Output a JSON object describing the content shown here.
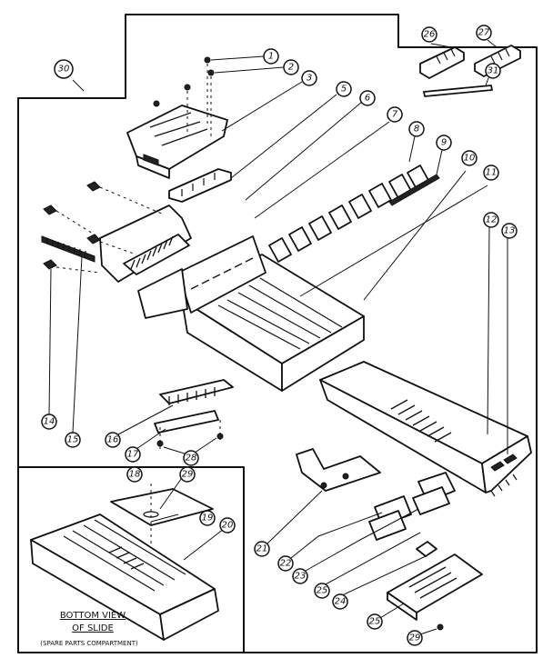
{
  "callouts": [
    {
      "id": "c1",
      "label": "1"
    },
    {
      "id": "c2",
      "label": "2"
    },
    {
      "id": "c3",
      "label": "3"
    },
    {
      "id": "c5",
      "label": "5"
    },
    {
      "id": "c6",
      "label": "6"
    },
    {
      "id": "c7",
      "label": "7"
    },
    {
      "id": "c8",
      "label": "8"
    },
    {
      "id": "c9",
      "label": "9"
    },
    {
      "id": "c10",
      "label": "10"
    },
    {
      "id": "c11",
      "label": "11"
    },
    {
      "id": "c12",
      "label": "12"
    },
    {
      "id": "c13",
      "label": "13"
    },
    {
      "id": "c14",
      "label": "14"
    },
    {
      "id": "c15",
      "label": "15"
    },
    {
      "id": "c16",
      "label": "16"
    },
    {
      "id": "c17",
      "label": "17"
    },
    {
      "id": "c28",
      "label": "28"
    },
    {
      "id": "c18",
      "label": "18"
    },
    {
      "id": "c29a",
      "label": "29"
    },
    {
      "id": "c19",
      "label": "19"
    },
    {
      "id": "c20",
      "label": "20"
    },
    {
      "id": "c21",
      "label": "21"
    },
    {
      "id": "c22",
      "label": "22"
    },
    {
      "id": "c23",
      "label": "23"
    },
    {
      "id": "c25a",
      "label": "25"
    },
    {
      "id": "c24",
      "label": "24"
    },
    {
      "id": "c25b",
      "label": "25"
    },
    {
      "id": "c29b",
      "label": "29"
    },
    {
      "id": "c26",
      "label": "26"
    },
    {
      "id": "c27",
      "label": "27"
    },
    {
      "id": "c31",
      "label": "31"
    },
    {
      "id": "c30",
      "label": "30"
    }
  ],
  "inset_caption": {
    "line1": "BOTTOM VIEW",
    "line2": "OF SLIDE",
    "line3": "(SPARE PARTS COMPARTMENT)"
  }
}
